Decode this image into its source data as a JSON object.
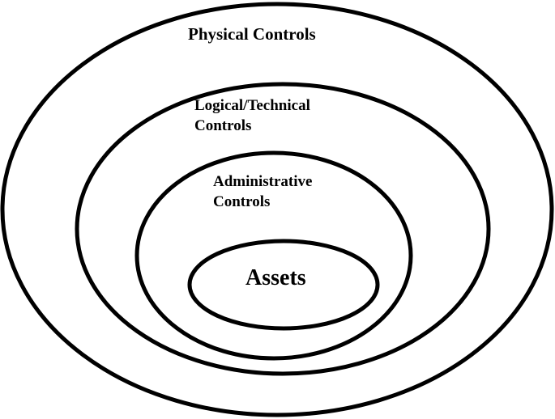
{
  "diagram": {
    "type": "concentric-layers",
    "layers": [
      {
        "id": "physical",
        "lines": [
          "Physical Controls"
        ]
      },
      {
        "id": "logical",
        "lines": [
          "Logical/Technical",
          "Controls"
        ]
      },
      {
        "id": "administrative",
        "lines": [
          "Administrative",
          "Controls"
        ]
      },
      {
        "id": "assets",
        "lines": [
          "Assets"
        ]
      }
    ],
    "stroke_color": "#000000",
    "background": "#ffffff"
  }
}
